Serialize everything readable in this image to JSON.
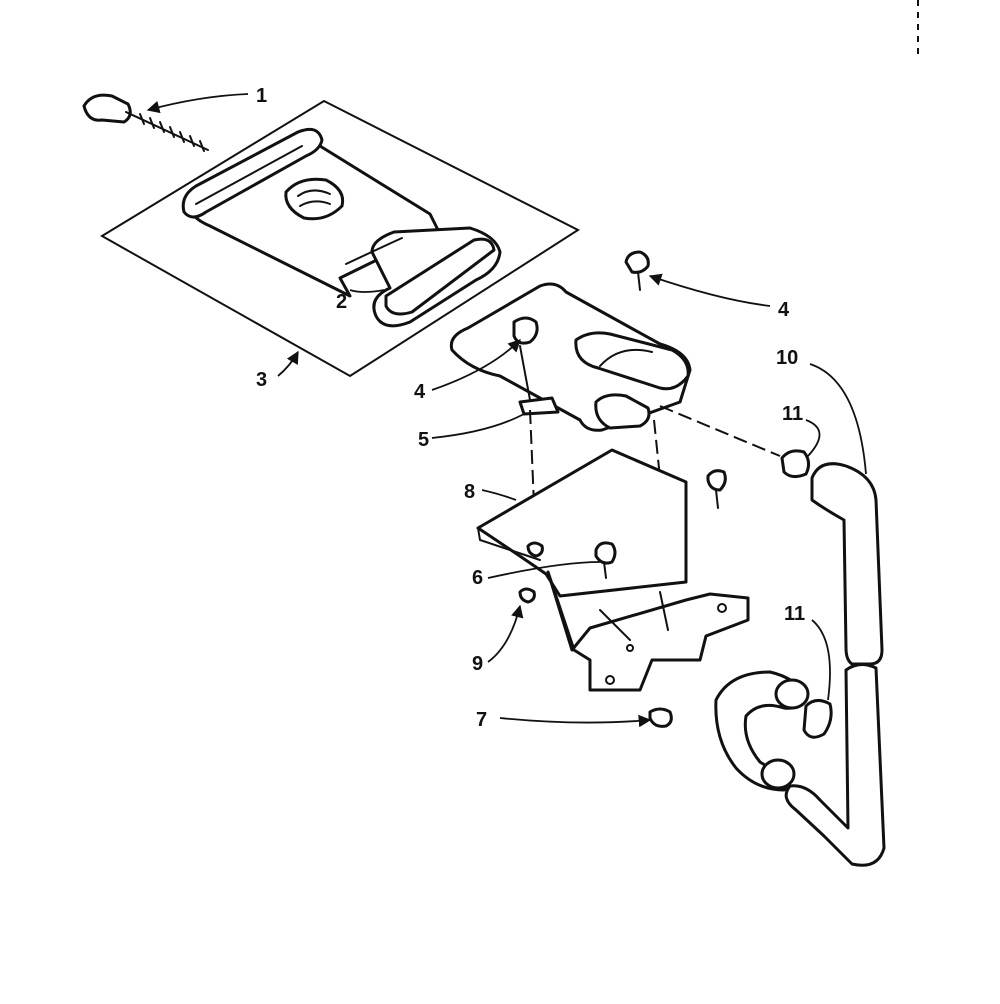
{
  "labels": {
    "p1": "1",
    "p2": "2",
    "p3": "3",
    "p4a": "4",
    "p4b": "4",
    "p5": "5",
    "p6": "6",
    "p7": "7",
    "p8": "8",
    "p9": "9",
    "p10": "10",
    "p11a": "11",
    "p11b": "11"
  }
}
